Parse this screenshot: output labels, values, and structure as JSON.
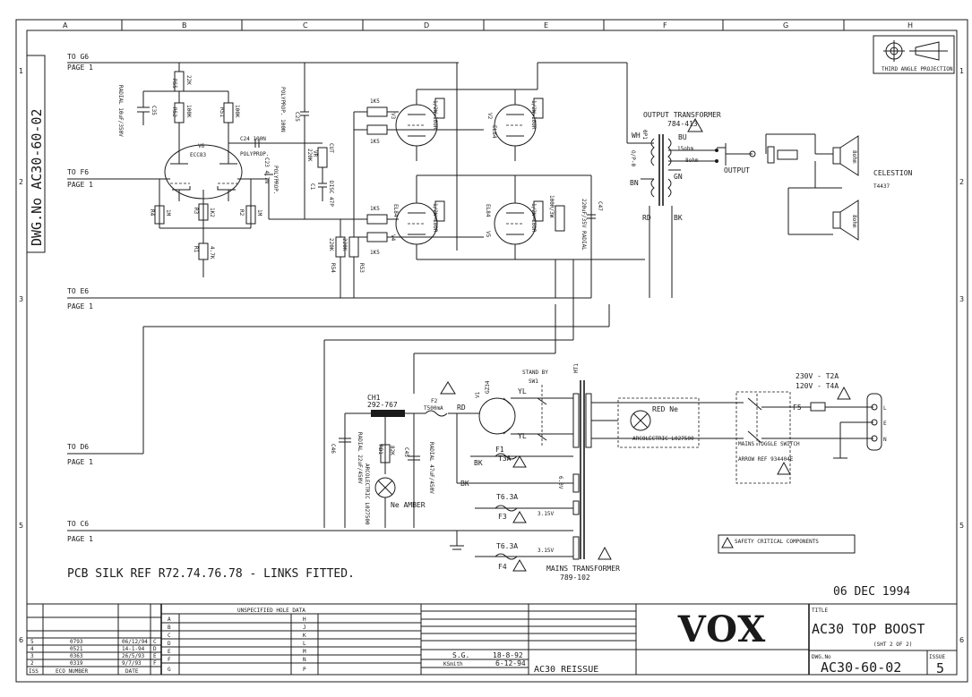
{
  "grid": {
    "cols": [
      "A",
      "B",
      "C",
      "D",
      "E",
      "F",
      "G",
      "H"
    ],
    "rows": [
      "1",
      "2",
      "3",
      "4",
      "5",
      "6"
    ]
  },
  "drawing_side_label": "DWG.No AC30-60-02",
  "projection_label": "THIRD ANGLE PROJECTION",
  "off_page": [
    {
      "to": "TO G6",
      "page": "PAGE 1"
    },
    {
      "to": "TO F6",
      "page": "PAGE 1"
    },
    {
      "to": "TO E6",
      "page": "PAGE 1"
    },
    {
      "to": "TO D6",
      "page": "PAGE 1"
    },
    {
      "to": "TO C6",
      "page": "PAGE 1"
    }
  ],
  "components": {
    "r55": "R55",
    "r55v": "22K",
    "r52": "R52",
    "r52v": "100K",
    "r51": "R51",
    "r51v": "100K",
    "c35": "C35",
    "c35v": "RADIAL 10uF/350V",
    "v6": "V6",
    "v6t": "ECC83",
    "c24": "C24 100N",
    "c24t": "POLYPROP.",
    "c25": "C25",
    "c25v": "POLYPROP. 100N",
    "c23": "C23 4.7N",
    "c23t": "POLYPROP.",
    "vr": "VR",
    "vrv": "220K",
    "cut": "CUT",
    "c1": "C1",
    "c1v": "DISC 47P",
    "r4": "R4",
    "r4v": "1M",
    "r3": "R3",
    "r3v": "1K2",
    "r2": "R2",
    "r2v": "1M",
    "r1": "R1",
    "r1v": "4.7K",
    "rgrid": "220K",
    "r53": "R53",
    "r54": "R54",
    "r54v": "220K",
    "v3": "V3",
    "v2": "V2",
    "v4": "V4",
    "v5": "V5",
    "el84": "EL84",
    "r1k5": "1K5",
    "screen": "1/2W 100R",
    "c47": "C47",
    "c47v": "220uF/35V RADIAL",
    "r100": "100R/3W"
  },
  "output_transformer": {
    "title": "OUTPUT TRANSFORMER",
    "part": "784-413"
  },
  "ot_wires": [
    "WH",
    "BU",
    "GN",
    "BN",
    "RD",
    "BK",
    "0P1"
  ],
  "ot_taps": [
    "15ohm",
    "8ohm",
    "O/P-0"
  ],
  "output_label": "OUTPUT",
  "speakers": {
    "name": "CELESTION",
    "model": "T4437",
    "imp": "8ohm"
  },
  "power": {
    "stand_by": "STAND BY",
    "sw1": "SW1",
    "ch1": "CH1",
    "ch1p": "292-767",
    "f2": "F2",
    "f2v": "T500mA",
    "rd": "RD",
    "v1": "V1",
    "gz34": "GZ34",
    "yl": "YL",
    "bk": "BK",
    "f1": "F1",
    "f1v": "T3A",
    "c46": "C46",
    "c46v": "RADIAL 22uF/450V",
    "rb1": "RB1",
    "rb1v": "82K",
    "arcolectric": "ARCOLECTRIC L027500",
    "ne_amber": "Ne AMBER",
    "c45": "C45",
    "c45v": "RADIAL 47uF/450V",
    "t63a": "T6.3A",
    "f3": "F3",
    "f4": "F4",
    "v6v": "6.3V",
    "v15": "3.15V",
    "mains_tx": "MAINS TRANSFORMER",
    "mains_txp": "789-102",
    "mt1": "MT1",
    "red_ne": "RED Ne",
    "arco2": "ARCOLECTRIC L027500",
    "toggle": "MAINS TOGGLE SWITCH",
    "arrow": "ARROW REF 934404E",
    "v230": "230V - T2A",
    "v120": "120V - T4A",
    "f5": "F5",
    "l": "L",
    "e": "E",
    "n": "N"
  },
  "safety": "SAFETY CRITICAL COMPONENTS",
  "pcb_note": "PCB SILK REF R72.74.76.78 - LINKS FITTED.",
  "date_big": "06 DEC 1994",
  "title_block": {
    "hole_header": "UNSPECIFIED HOLE DATA",
    "hole_left": [
      "A",
      "B",
      "C",
      "D",
      "E",
      "F",
      "G"
    ],
    "hole_right": [
      "H",
      "J",
      "K",
      "L",
      "M",
      "N",
      "P"
    ],
    "issues": [
      {
        "iss": "5",
        "eco": "0793",
        "date": "06/12/94",
        "ch": "C"
      },
      {
        "iss": "4",
        "eco": "0521",
        "date": "14-1-94",
        "ch": "D"
      },
      {
        "iss": "3",
        "eco": "0363",
        "date": "26/5/93",
        "ch": "E"
      },
      {
        "iss": "2",
        "eco": "0319",
        "date": "9/7/93",
        "ch": "F"
      }
    ],
    "iss_hdr": "ISS",
    "eco_hdr": "ECO NUMBER",
    "date_hdr": "DATE",
    "drawn": "S.G.",
    "drawn_date": "18-8-92",
    "checked": "KSmith",
    "checked_date": "6-12-94",
    "model": "AC30 REISSUE",
    "logo": "VOX",
    "title_hdr": "TITLE",
    "title": "AC30 TOP BOOST",
    "sheet": "(SHT 2 OF 2)",
    "dwg_hdr": "DWG.No",
    "dwg": "AC30-60-02",
    "issue_hdr": "ISSUE",
    "issue": "5"
  }
}
